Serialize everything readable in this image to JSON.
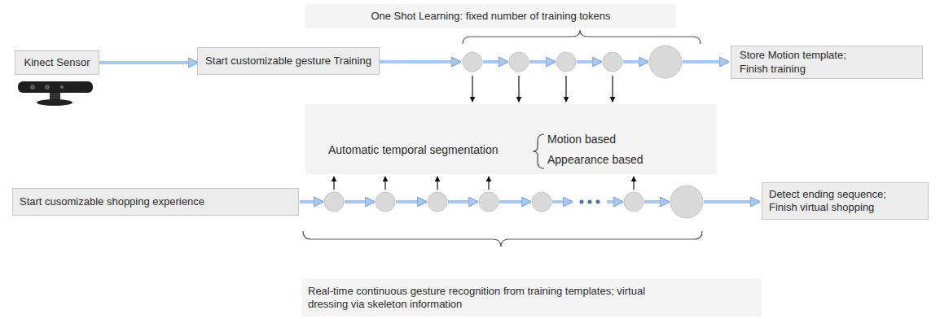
{
  "diagram": {
    "nodes": [
      {
        "text": [
          "Kinect Sensor"
        ]
      },
      {
        "text": [
          "Start customizable gesture Training"
        ]
      },
      {
        "text": [
          "Store Motion template; Finish training"
        ]
      },
      {
        "text": [
          "One Shot Learning: fixed number of training tokens"
        ]
      },
      {
        "text": [
          "Automatic temporal segmentation",
          "Motion based",
          "Appearance based"
        ]
      },
      {
        "text": [
          "Start cusomizable shopping experience"
        ]
      },
      {
        "text": [
          "Detect ending sequence; Finish virtual shopping"
        ]
      },
      {
        "text": [
          "Real-time continuous gesture recognition from training templates; virtual dressing via skeleton information"
        ]
      }
    ],
    "edges": [
      {
        "from": 0,
        "to": 1,
        "arrow": "to"
      }
    ]
  }
}
